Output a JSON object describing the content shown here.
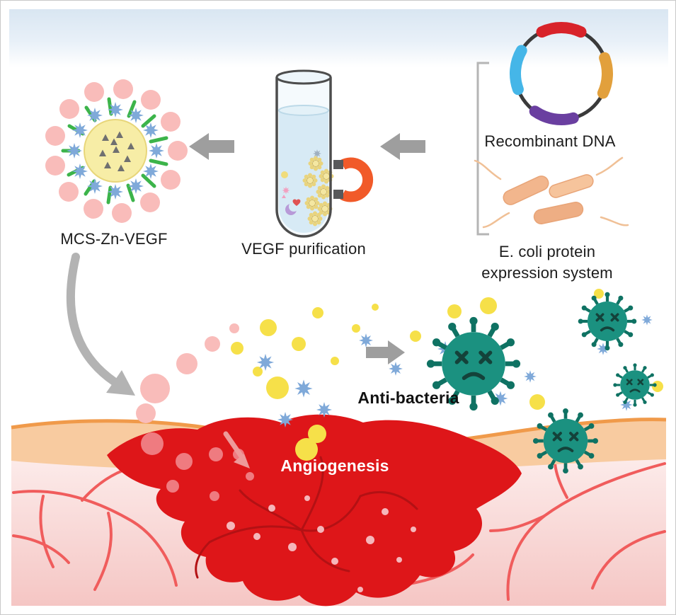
{
  "figure": {
    "labels": {
      "recombinant_dna": "Recombinant DNA",
      "ecoli_line1": "E. coli protein",
      "ecoli_line2": "expression system",
      "vegf_purification": "VEGF purification",
      "mcs_zn_vegf": "MCS-Zn-VEGF",
      "anti_bacteria": "Anti-bacteria",
      "angiogenesis": "Angiogenesis"
    },
    "colors": {
      "wound_red": "#de1619",
      "wound_vessel_dark": "#b31114",
      "wound_spot_light": "#ef7b80",
      "wound_dot_pink": "#f5b6ba",
      "skin_peach": "#f8cba0",
      "skin_edge_orange": "#f09a4a",
      "dermis_pink_light": "#fdf0ef",
      "dermis_pink_deep": "#f5c6c4",
      "vessel_red": "#f05c5c",
      "virus_teal": "#1b9180",
      "virus_spike": "#0f7263",
      "virus_face": "#14423a",
      "particle_yellow": "#f6e049",
      "particle_pink": "#f9bcba",
      "star_blue": "#7fa9d9",
      "core_yellow": "#f7eda6",
      "core_triangle_gray": "#707070",
      "spike_green": "#3cb44a",
      "bacteria_orange": "#f2b68d",
      "magnet_orange": "#f15a29",
      "magnet_tip_gray": "#58595b",
      "arrow_gray": "#9e9e9e",
      "curved_arrow_gray": "#b3b3b3",
      "liquid_blue": "#d7eaf5",
      "tube_outline": "#4d4d4d",
      "plasmid_ring": "#3a3a3a",
      "plasmid_red": "#d8232a",
      "plasmid_orange": "#e2a03c",
      "plasmid_purple": "#6a3fa0",
      "plasmid_cyan": "#45b6e8",
      "top_band_blue": "#d9e6f2"
    }
  }
}
